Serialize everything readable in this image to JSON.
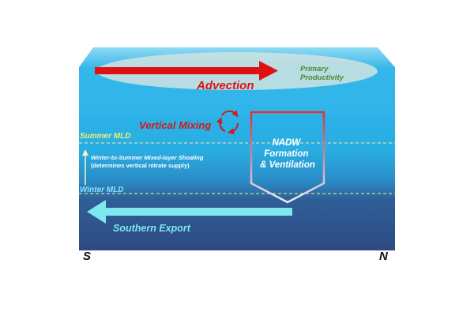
{
  "labels": {
    "advection": "Advection",
    "primary_productivity_line1": "Primary",
    "primary_productivity_line2": "Productivity",
    "vertical_mixing": "Vertical Mixing",
    "summer_mld": "Summer MLD",
    "winter_mld": "Winter MLD",
    "shoaling_line1": "Winter-to-Summer Mixed-layer Shoaling",
    "shoaling_line2": "(determines vertical nitrate supply)",
    "nadw_line1": "NADW",
    "nadw_line2": "Formation",
    "nadw_line3": "& Ventilation",
    "southern_export": "Southern Export"
  },
  "axis": {
    "south": "S",
    "north": "N"
  },
  "colors": {
    "advection_arrow": "#e01010",
    "advection_text": "#e01010",
    "productivity_ellipse": "#cfe3e0",
    "productivity_text": "#4e8a2e",
    "vertical_mixing": "#d11a1a",
    "mld_line": "#f4ee9c",
    "mld_text": "#f4ee70",
    "southern_export": "#7ee8f0",
    "ocean_top": "#5fc9ef",
    "ocean_mid": "#2ab0e6",
    "ocean_deep": "#2f4f86"
  }
}
